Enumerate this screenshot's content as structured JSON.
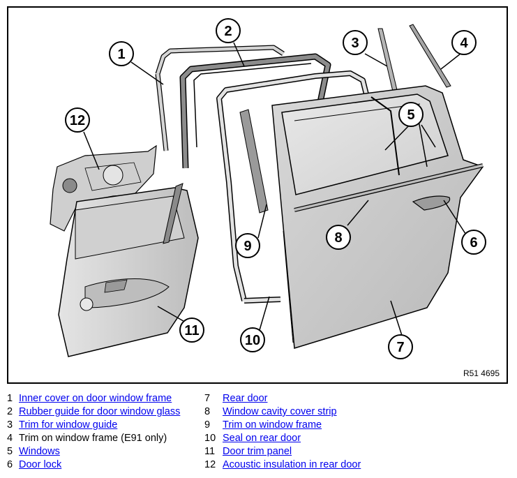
{
  "figure": {
    "reference_code": "R51 4695",
    "callouts": [
      "1",
      "2",
      "3",
      "4",
      "5",
      "6",
      "7",
      "8",
      "9",
      "10",
      "11",
      "12"
    ]
  },
  "legend": {
    "items": [
      {
        "num": "1",
        "label": "Inner cover on door window frame",
        "link": true
      },
      {
        "num": "2",
        "label": "Rubber guide for door window glass",
        "link": true
      },
      {
        "num": "3",
        "label": "Trim for window guide",
        "link": true
      },
      {
        "num": "4",
        "label": "Trim on window frame (E91 only)",
        "link": false
      },
      {
        "num": "5",
        "label": "Windows",
        "link": true
      },
      {
        "num": "6",
        "label": "Door lock",
        "link": true
      },
      {
        "num": "7",
        "label": "Rear door",
        "link": true
      },
      {
        "num": "8",
        "label": "Window cavity cover strip",
        "link": true
      },
      {
        "num": "9",
        "label": "Trim on window frame",
        "link": true
      },
      {
        "num": "10",
        "label": "Seal on rear door",
        "link": true
      },
      {
        "num": "11",
        "label": "Door trim panel",
        "link": true
      },
      {
        "num": "12",
        "label": "Acoustic insulation in rear door",
        "link": true
      }
    ]
  },
  "colors": {
    "part_fill": "#c9c9c9",
    "part_light": "#dedede",
    "part_dark": "#8a8a8a",
    "outline": "#000000",
    "link": "#0000ee"
  }
}
